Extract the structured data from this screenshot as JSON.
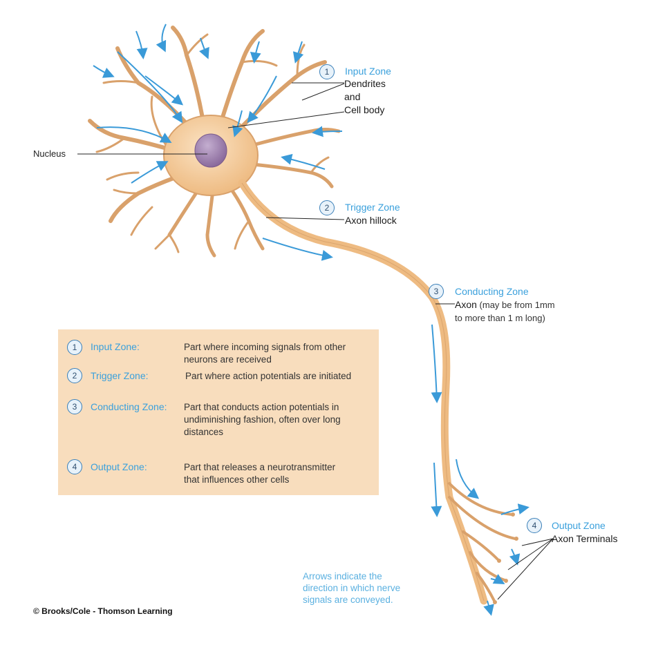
{
  "labels": {
    "nucleus": "Nucleus",
    "input_zone": {
      "number": "1",
      "title": "Input Zone",
      "line1": "Dendrites",
      "line2": "and",
      "line3": "Cell body"
    },
    "trigger_zone": {
      "number": "2",
      "title": "Trigger Zone",
      "line1": "Axon hillock"
    },
    "conducting_zone": {
      "number": "3",
      "title": "Conducting Zone",
      "bold": "Axon",
      "line1_rest": " (may be from 1mm",
      "line2": "to more than 1 m long)"
    },
    "output_zone": {
      "number": "4",
      "title": "Output Zone",
      "line1": "Axon Terminals"
    }
  },
  "legend": {
    "items": [
      {
        "number": "1",
        "title": "Input Zone:",
        "desc_line1": "Part where incoming signals from other",
        "desc_line2": "neurons are received",
        "desc_line3": ""
      },
      {
        "number": "2",
        "title": "Trigger Zone:",
        "desc_line1": "Part where action potentials are initiated",
        "desc_line2": "",
        "desc_line3": ""
      },
      {
        "number": "3",
        "title": "Conducting Zone:",
        "desc_line1": "Part that conducts action potentials in",
        "desc_line2": "undiminishing fashion, often over long",
        "desc_line3": "distances"
      },
      {
        "number": "4",
        "title": "Output Zone:",
        "desc_line1": "Part that releases a neurotransmitter",
        "desc_line2": "that influences other cells",
        "desc_line3": ""
      }
    ]
  },
  "note": {
    "line1": "Arrows indicate the",
    "line2": "direction in which nerve",
    "line3": "signals are conveyed."
  },
  "credit": "© Brooks/Cole - Thomson Learning",
  "colors": {
    "neuron_fill": "#f2c99a",
    "neuron_edge": "#c8905a",
    "nucleus_fill": "#9a7fa8",
    "arrow_blue": "#3a9ad8",
    "zone_title_blue": "#3aa0dc",
    "legend_bg": "#f8ddbd"
  },
  "icons": {
    "signal_arrow": "blue-arrow-icon",
    "zone_marker": "numbered-circle-icon"
  }
}
